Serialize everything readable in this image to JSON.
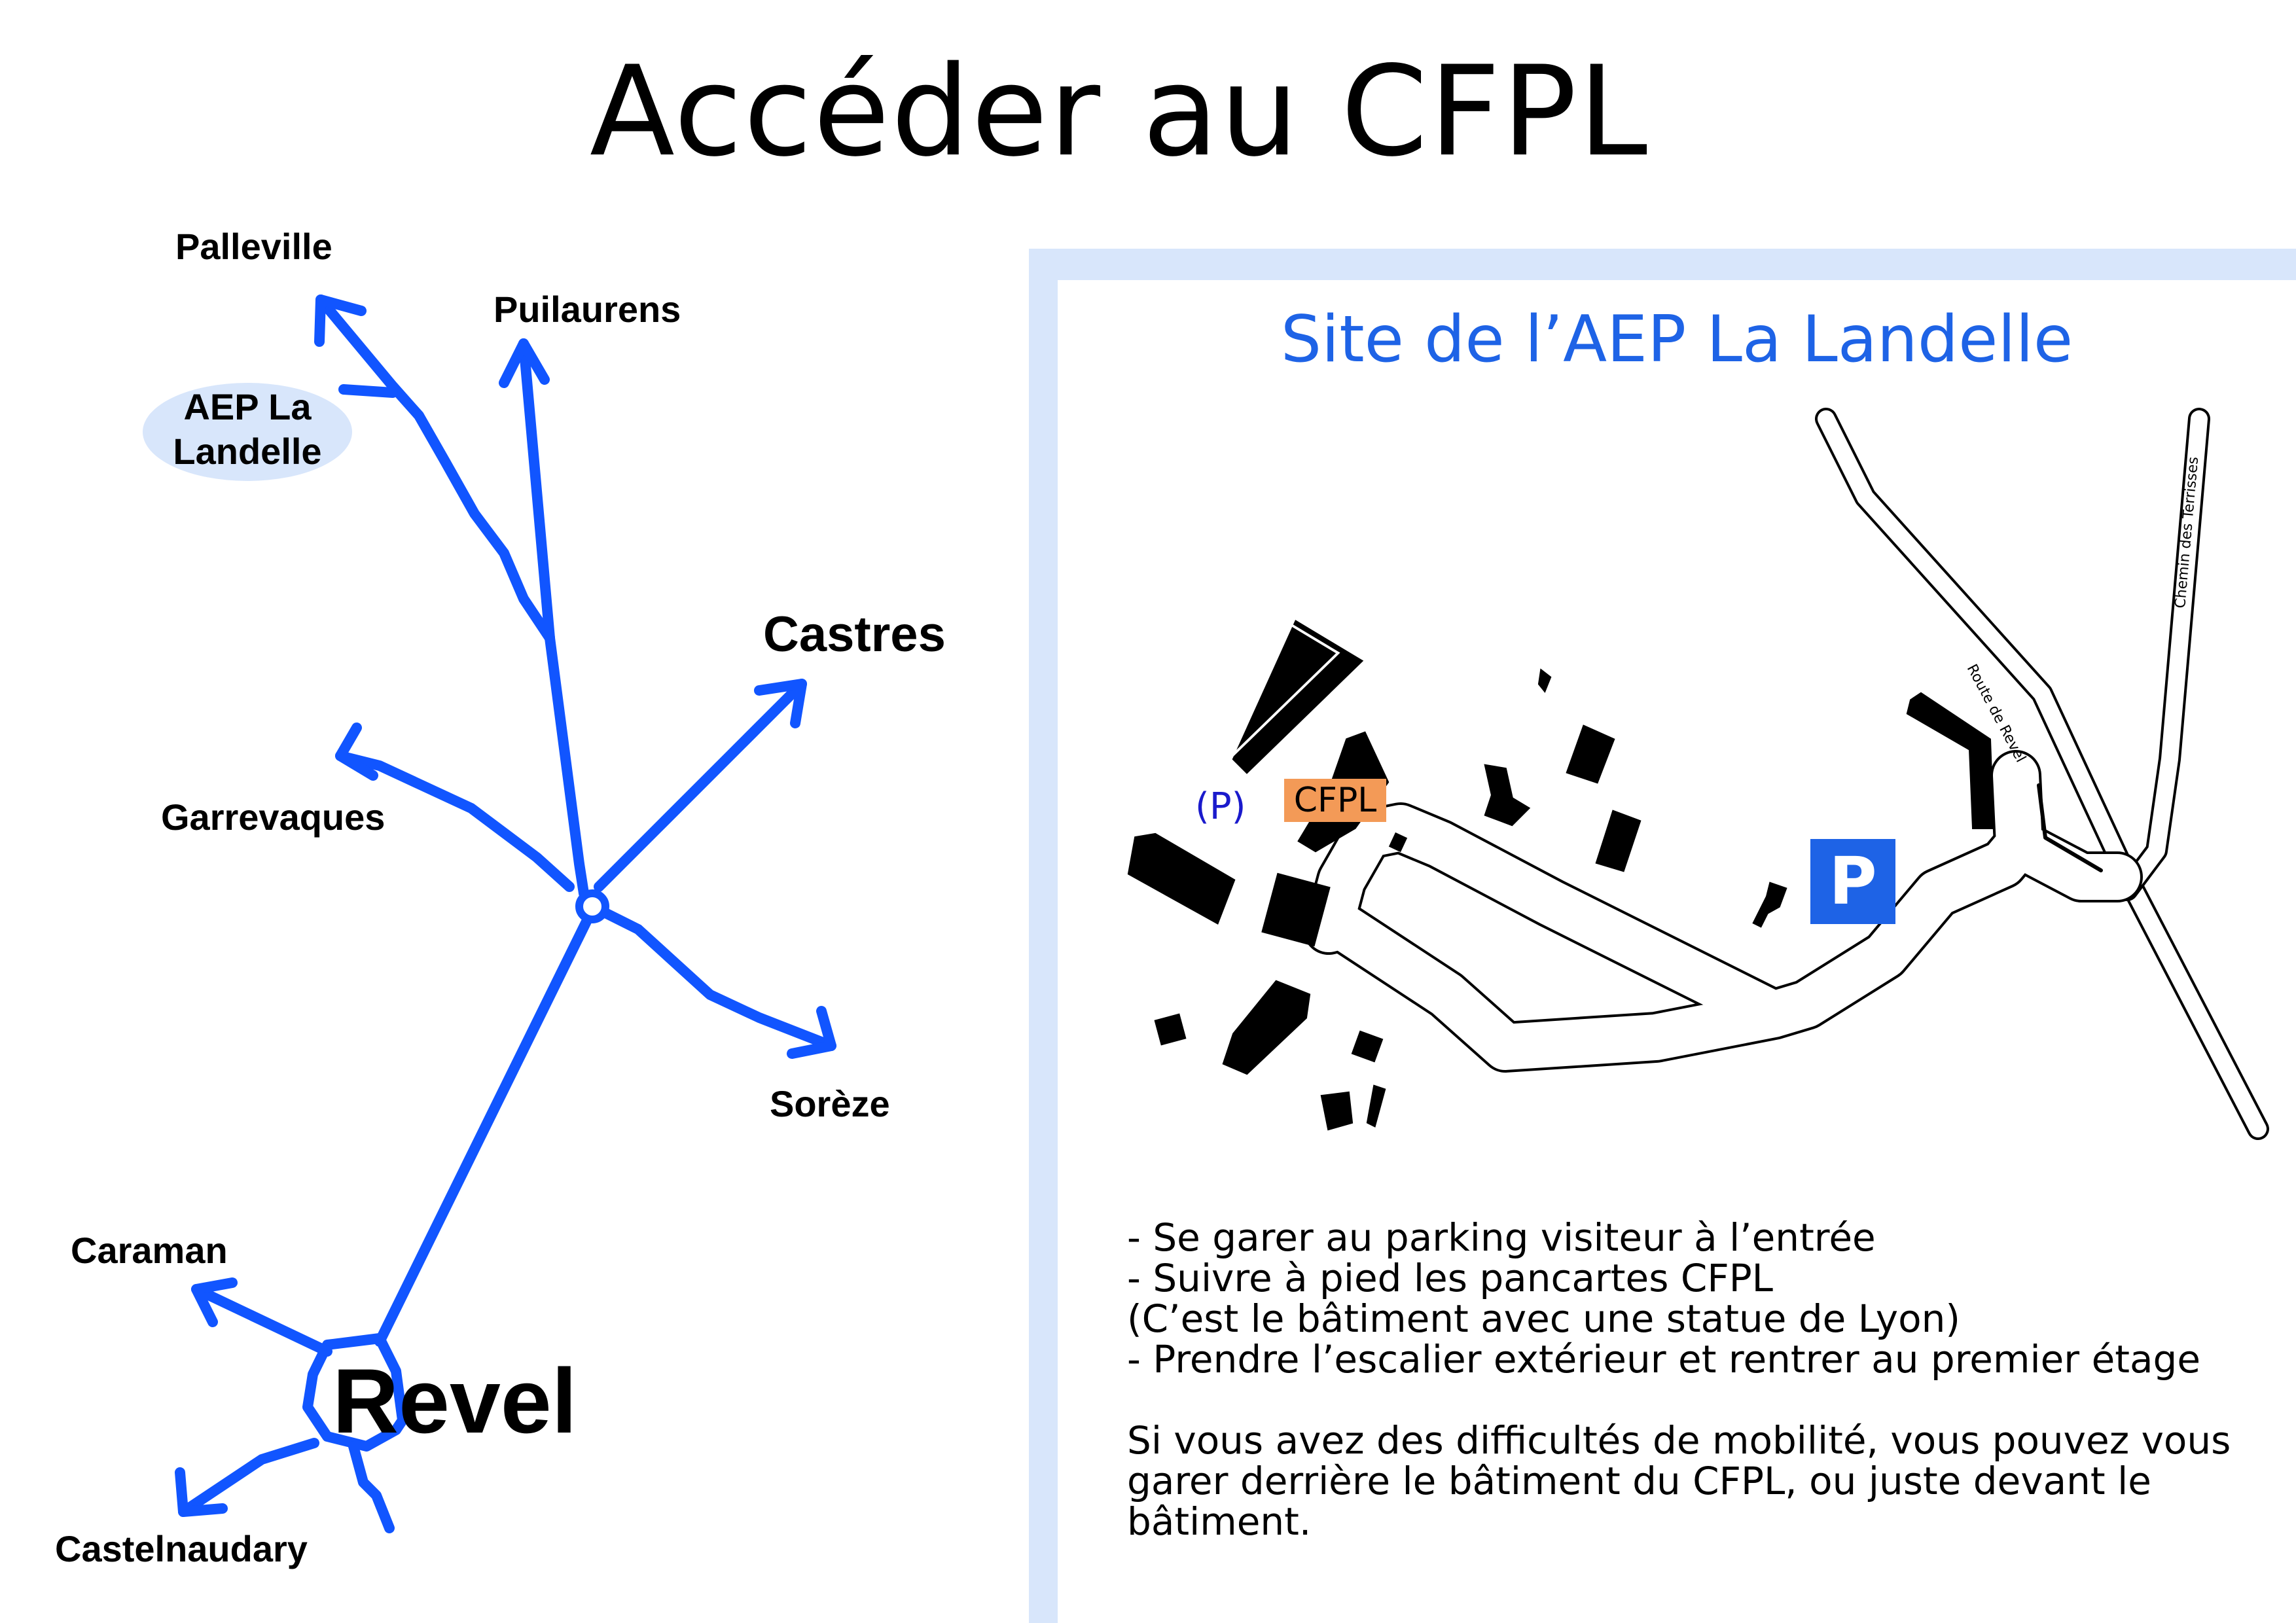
{
  "title": "Accéder au CFPL",
  "overview_map": {
    "places": {
      "palleville": "Palleville",
      "puilaurens": "Puilaurens",
      "aep": "AEP La Landelle",
      "castres": "Castres",
      "garrevaques": "Garrevaques",
      "soreze": "Sorèze",
      "caraman": "Caraman",
      "revel": "Revel",
      "castelnaudary": "Castelnaudary"
    },
    "route_color": "#1155ff",
    "highlight_color": "#d8e6fb"
  },
  "site_panel": {
    "title": "Site de l’AEP La Landelle",
    "title_color": "#1e63e6",
    "labels": {
      "cfpl": "CFPL",
      "parking_small": "(P)",
      "parking_sign": "P",
      "road_revel": "Route de Revel",
      "road_terrisses": "Chemin des Terrisses"
    },
    "cfpl_color": "#f39a57",
    "parking_color": "#1e63e6",
    "instructions": {
      "line1": "- Se garer au parking visiteur à l’entrée",
      "line2": "- Suivre à pied les pancartes CFPL",
      "line3": "(C’est le bâtiment avec une statue de Lyon)",
      "line4": "- Prendre l’escalier extérieur et rentrer au premier étage",
      "note": "Si vous avez des difficultés de mobilité, vous pouvez vous garer derrière le bâtiment du CFPL, ou juste devant le bâtiment."
    }
  }
}
